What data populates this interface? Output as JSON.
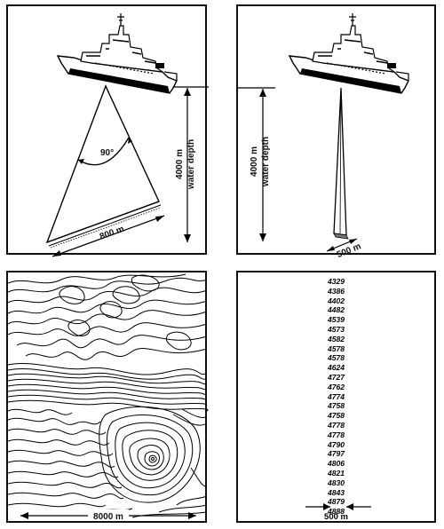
{
  "multibeam": {
    "angle_label": "90°",
    "depth_label": "4000 m",
    "depth_sublabel": "water depth",
    "swath_label": "800 m"
  },
  "singlebeam": {
    "depth_label": "4000 m",
    "depth_sublabel": "water depth",
    "footprint_label": "500 m"
  },
  "contour_map": {
    "width_label": "8000 m"
  },
  "sounding_list": {
    "depths": [
      "4329",
      "4386",
      "4402",
      "4482",
      "4539",
      "4573",
      "4582",
      "4578",
      "4578",
      "4624",
      "4727",
      "4762",
      "4774",
      "4758",
      "4758",
      "4778",
      "4778",
      "4790",
      "4797",
      "4806",
      "4821",
      "4830",
      "4843",
      "4879",
      "4888"
    ],
    "width_label": "500 m"
  }
}
